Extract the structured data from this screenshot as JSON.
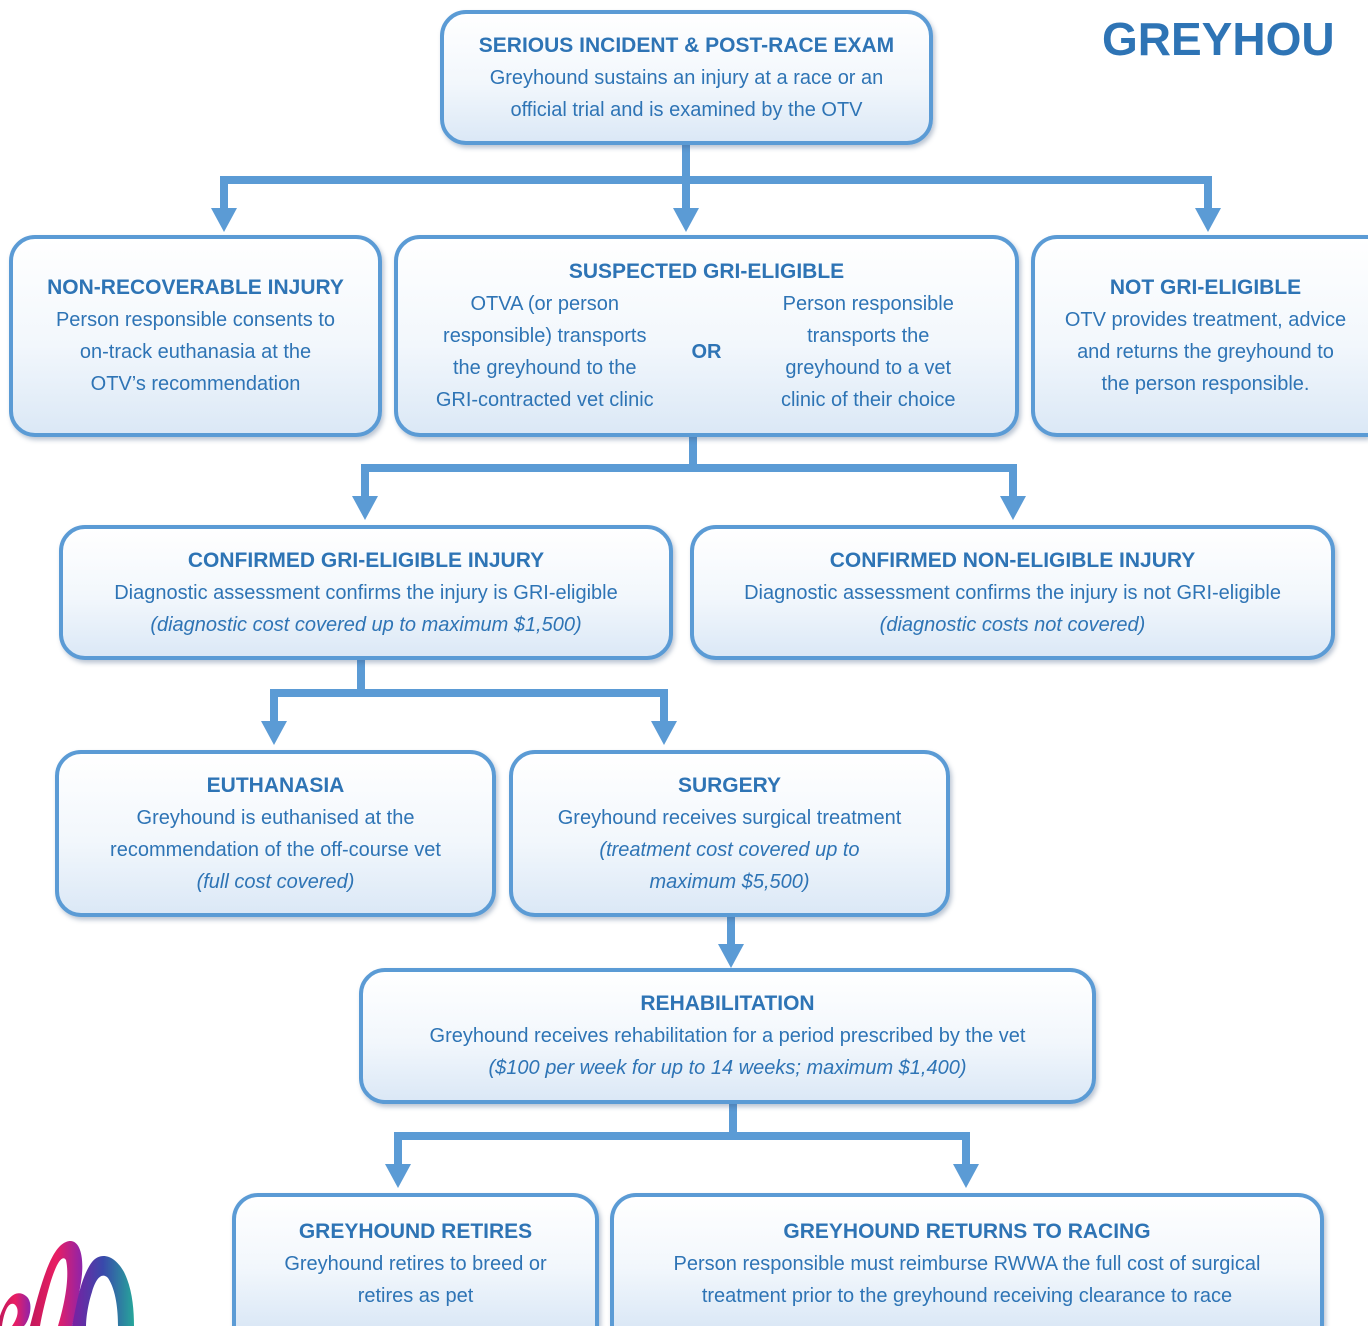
{
  "header": {
    "title": "GREYHOU"
  },
  "nodes": {
    "serious_incident": {
      "title": "SERIOUS INCIDENT & POST-RACE EXAM",
      "lines": [
        "Greyhound sustains an injury at a race or an",
        "official trial and is examined by the OTV"
      ]
    },
    "non_recoverable": {
      "title": "NON-RECOVERABLE INJURY",
      "lines": [
        "Person responsible consents to",
        "on-track euthanasia at the",
        "OTV’s recommendation"
      ]
    },
    "suspected": {
      "title": "SUSPECTED GRI-ELIGIBLE",
      "left_lines": [
        "OTVA (or person",
        "responsible) transports",
        "the greyhound to the",
        "GRI-contracted vet clinic"
      ],
      "or_label": "OR",
      "right_lines": [
        "Person responsible",
        "transports the",
        "greyhound to a vet",
        "clinic of their choice"
      ]
    },
    "not_eligible": {
      "title": "NOT GRI-ELIGIBLE",
      "lines": [
        "OTV provides treatment, advice",
        "and returns the greyhound to",
        "the person responsible."
      ]
    },
    "confirmed_eligible": {
      "title": "CONFIRMED GRI-ELIGIBLE INJURY",
      "lines": [
        "Diagnostic assessment confirms the injury is GRI-eligible"
      ],
      "note": "(diagnostic cost covered up to maximum $1,500)"
    },
    "confirmed_non_eligible": {
      "title": "CONFIRMED NON-ELIGIBLE INJURY",
      "lines": [
        "Diagnostic assessment confirms the injury is not GRI-eligible"
      ],
      "note": "(diagnostic costs not covered)"
    },
    "euthanasia": {
      "title": "EUTHANASIA",
      "lines": [
        "Greyhound is euthanised at the",
        "recommendation of the off-course vet"
      ],
      "note": "(full cost covered)"
    },
    "surgery": {
      "title": "SURGERY",
      "lines": [
        "Greyhound receives surgical treatment"
      ],
      "notes": [
        "(treatment cost covered up to",
        "maximum $5,500)"
      ]
    },
    "rehabilitation": {
      "title": "REHABILITATION",
      "lines": [
        "Greyhound receives rehabilitation for a period prescribed by the vet"
      ],
      "note": "($100 per week for up to 14 weeks; maximum $1,400)"
    },
    "retires": {
      "title": "GREYHOUND RETIRES",
      "lines": [
        "Greyhound retires to breed or",
        "retires as pet"
      ]
    },
    "returns": {
      "title": "GREYHOUND RETURNS TO RACING",
      "lines": [
        "Person responsible must reimburse RWWA the full cost of surgical",
        "treatment prior to the greyhound receiving clearance to race"
      ]
    }
  },
  "colors": {
    "text": "#2e74b5",
    "border": "#5b9bd5",
    "connector": "#5b9bd5",
    "box_fill_bottom": "#dbe8f6"
  }
}
